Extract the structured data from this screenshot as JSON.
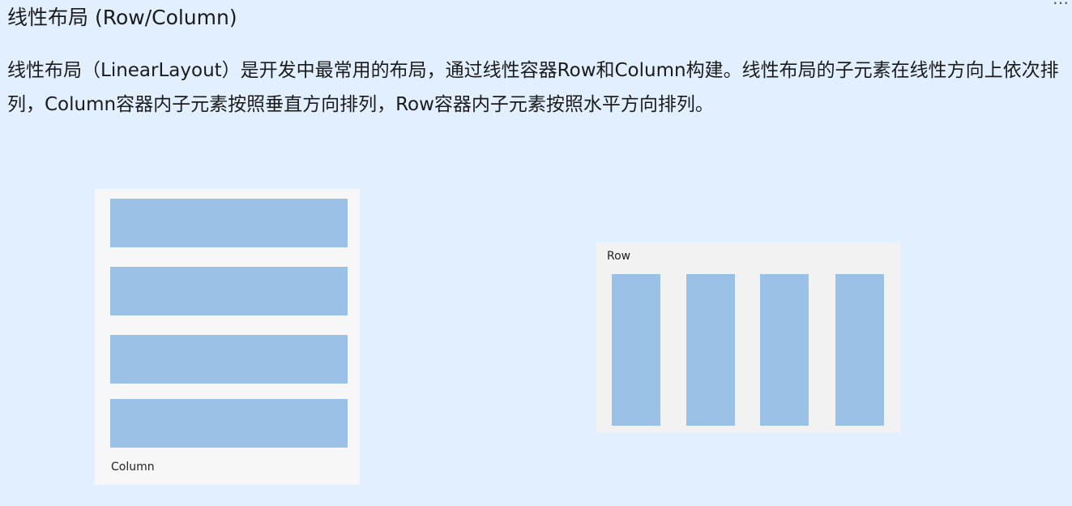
{
  "page": {
    "title": "线性布局 (Row/Column)",
    "corner_fragment": "…",
    "intro": "线性布局（LinearLayout）是开发中最常用的布局，通过线性容器Row和Column构建。线性布局的子元素在线性方向上依次排列，Column容器内子元素按照垂直方向排列，Row容器内子元素按照水平方向排列。"
  },
  "column_figure": {
    "label": "Column",
    "child_count": 4
  },
  "row_figure": {
    "label": "Row",
    "child_count": 4
  },
  "colors": {
    "page_background": "#e2effe",
    "panel_background": "#f7f7f7",
    "child_block": "#9bc1e6"
  }
}
